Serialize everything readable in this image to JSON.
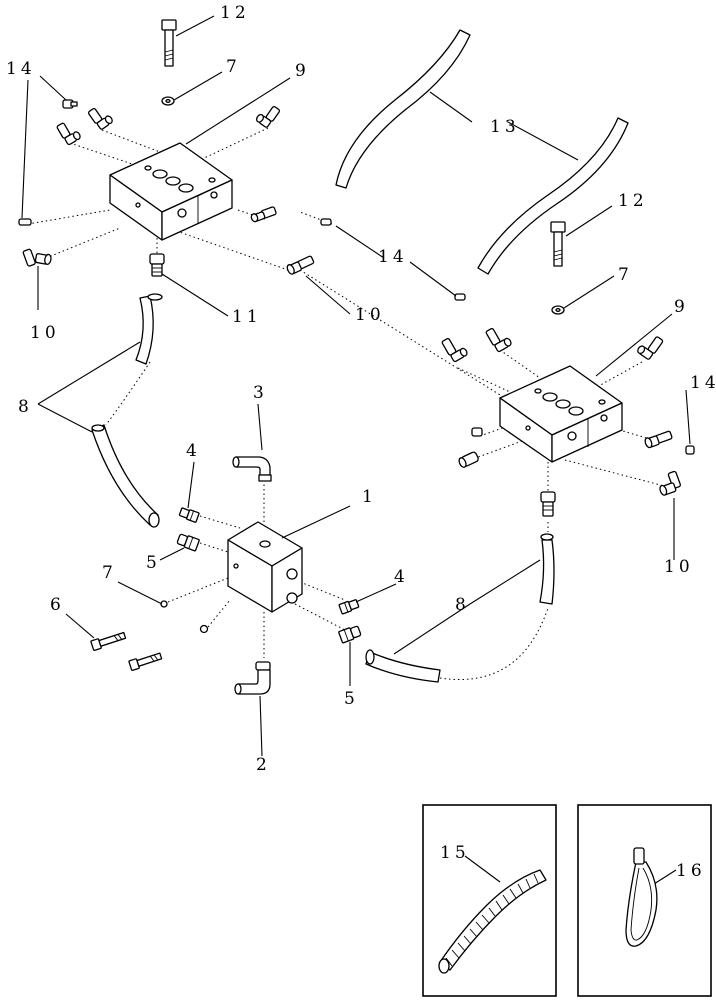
{
  "callouts": {
    "c1": "1",
    "c2": "2",
    "c3": "3",
    "c4a": "4",
    "c4b": "4",
    "c5a": "5",
    "c5b": "5",
    "c6": "6",
    "c7a": "7",
    "c7b": "7",
    "c7c": "7",
    "c8a": "8",
    "c8b": "8",
    "c9a": "9",
    "c9b": "9",
    "c10a": "10",
    "c10b": "10",
    "c10c": "10",
    "c11": "11",
    "c12a": "12",
    "c12b": "12",
    "c13": "13",
    "c14a": "14",
    "c14b": "14",
    "c14c": "14",
    "c15": "15",
    "c16": "16"
  }
}
